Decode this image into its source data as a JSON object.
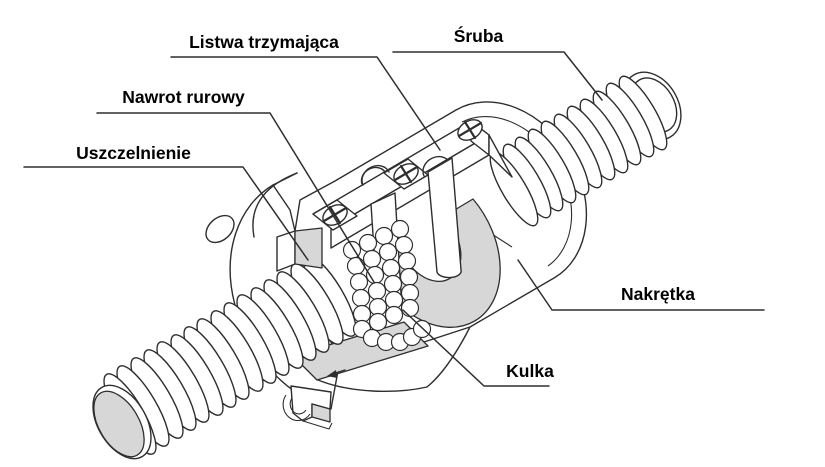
{
  "figure": {
    "kind": "technical-diagram",
    "subject": "ball-screw-cutaway"
  },
  "labels": {
    "listwa": "Listwa trzymająca",
    "sruba": "Śruba",
    "nawrot": "Nawrot rurowy",
    "uszczelnienie": "Uszczelnienie",
    "nakretka": "Nakrętka",
    "kulka": "Kulka"
  },
  "colors": {
    "line": "#2e2e2e",
    "cut_face_gray": "#d7d7d7",
    "background": "#ffffff",
    "label_text": "#000000"
  }
}
